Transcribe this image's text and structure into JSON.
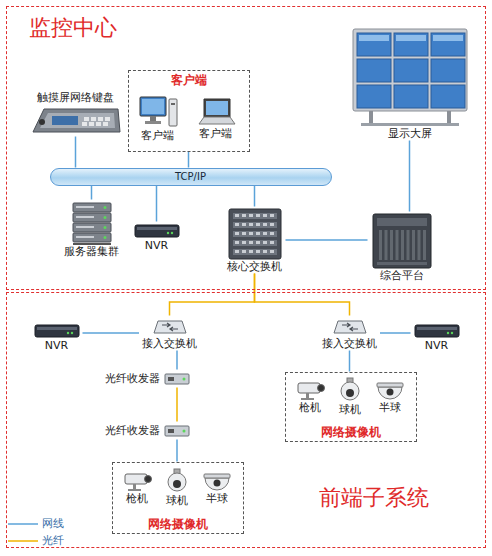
{
  "diagram": {
    "nodes": [
      {
        "text": [
          "监控中心"
        ]
      },
      {
        "text": [
          "前端子系统"
        ]
      },
      {
        "text": [
          "触摸屏网络键盘"
        ],
        "in": 0
      },
      {
        "text": [
          "客户端"
        ],
        "in": 0
      },
      {
        "text": [
          "客户端"
        ],
        "in": 3
      },
      {
        "text": [
          "客户端"
        ],
        "in": 3
      },
      {
        "text": [
          "显示大屏"
        ],
        "in": 0
      },
      {
        "text": [
          "TCP/IP"
        ],
        "in": 0
      },
      {
        "text": [
          "服务器集群"
        ],
        "in": 0
      },
      {
        "text": [
          "NVR"
        ],
        "in": 0
      },
      {
        "text": [
          "核心交换机"
        ],
        "in": 0
      },
      {
        "text": [
          "综合平台"
        ],
        "in": 0
      },
      {
        "text": [
          "NVR"
        ],
        "in": 1
      },
      {
        "text": [
          "接入交换机"
        ],
        "in": 1
      },
      {
        "text": [
          "接入交换机"
        ],
        "in": 1
      },
      {
        "text": [
          "NVR"
        ],
        "in": 1
      },
      {
        "text": [
          "光纤收发器"
        ],
        "in": 1
      },
      {
        "text": [
          "网络摄像机"
        ],
        "in": 1
      },
      {
        "text": [
          "枪机"
        ],
        "in": 17
      },
      {
        "text": [
          "球机"
        ],
        "in": 17
      },
      {
        "text": [
          "半球"
        ],
        "in": 17
      },
      {
        "text": [
          "光纤收发器"
        ],
        "in": 1
      },
      {
        "text": [
          "网络摄像机"
        ],
        "in": 1
      },
      {
        "text": [
          "枪机"
        ],
        "in": 22
      },
      {
        "text": [
          "球机"
        ],
        "in": 22
      },
      {
        "text": [
          "半球"
        ],
        "in": 22
      }
    ],
    "edges": [
      {
        "from": 2,
        "to": 7,
        "arrow": "none"
      },
      {
        "from": 3,
        "to": 7,
        "arrow": "none"
      },
      {
        "from": 6,
        "to": 11,
        "arrow": "none"
      },
      {
        "from": 7,
        "to": 8,
        "arrow": "none"
      },
      {
        "from": 7,
        "to": 9,
        "arrow": "none"
      },
      {
        "from": 7,
        "to": 10,
        "arrow": "none"
      },
      {
        "from": 10,
        "to": 11,
        "arrow": "none"
      },
      {
        "from": 10,
        "to": 13,
        "arrow": "none"
      },
      {
        "from": 10,
        "to": 14,
        "arrow": "none"
      },
      {
        "from": 13,
        "to": 12,
        "arrow": "none"
      },
      {
        "from": 13,
        "to": 16,
        "arrow": "none"
      },
      {
        "from": 16,
        "to": 21,
        "arrow": "none"
      },
      {
        "from": 21,
        "to": 22,
        "arrow": "none"
      },
      {
        "from": 14,
        "to": 15,
        "arrow": "none"
      },
      {
        "from": 14,
        "to": 17,
        "arrow": "none"
      }
    ],
    "legend": [
      {
        "text": "网线"
      },
      {
        "text": "光纤"
      }
    ]
  }
}
